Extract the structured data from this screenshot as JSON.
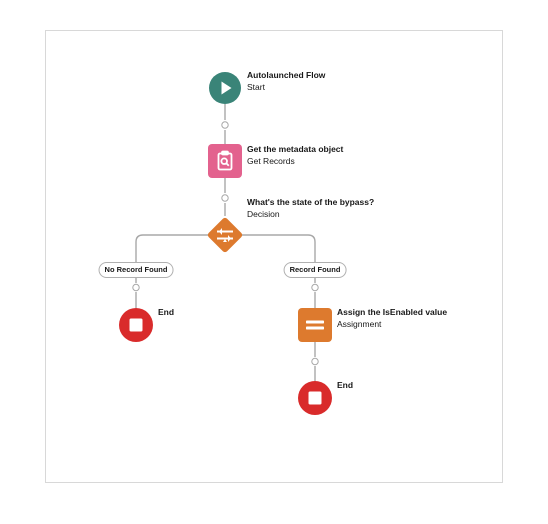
{
  "nodes": {
    "start": {
      "title": "Autolaunched Flow",
      "subtitle": "Start",
      "color": "#3a8478",
      "icon": "play-icon"
    },
    "get_records": {
      "title": "Get the metadata object",
      "subtitle": "Get Records",
      "color": "#e3628e",
      "icon": "record-lookup-icon"
    },
    "decision": {
      "title": "What's the state of the bypass?",
      "subtitle": "Decision",
      "color": "#dd7a2e",
      "icon": "decision-icon"
    },
    "end_left": {
      "title": "End",
      "color": "#d92b2b",
      "icon": "stop-icon"
    },
    "assignment": {
      "title": "Assign the IsEnabled value",
      "subtitle": "Assignment",
      "color": "#dd7a2e",
      "icon": "assignment-icon"
    },
    "end_right": {
      "title": "End",
      "color": "#d92b2b",
      "icon": "stop-icon"
    }
  },
  "branches": {
    "left": "No Record Found",
    "right": "Record Found"
  },
  "connector_color": "#a8a8a8"
}
